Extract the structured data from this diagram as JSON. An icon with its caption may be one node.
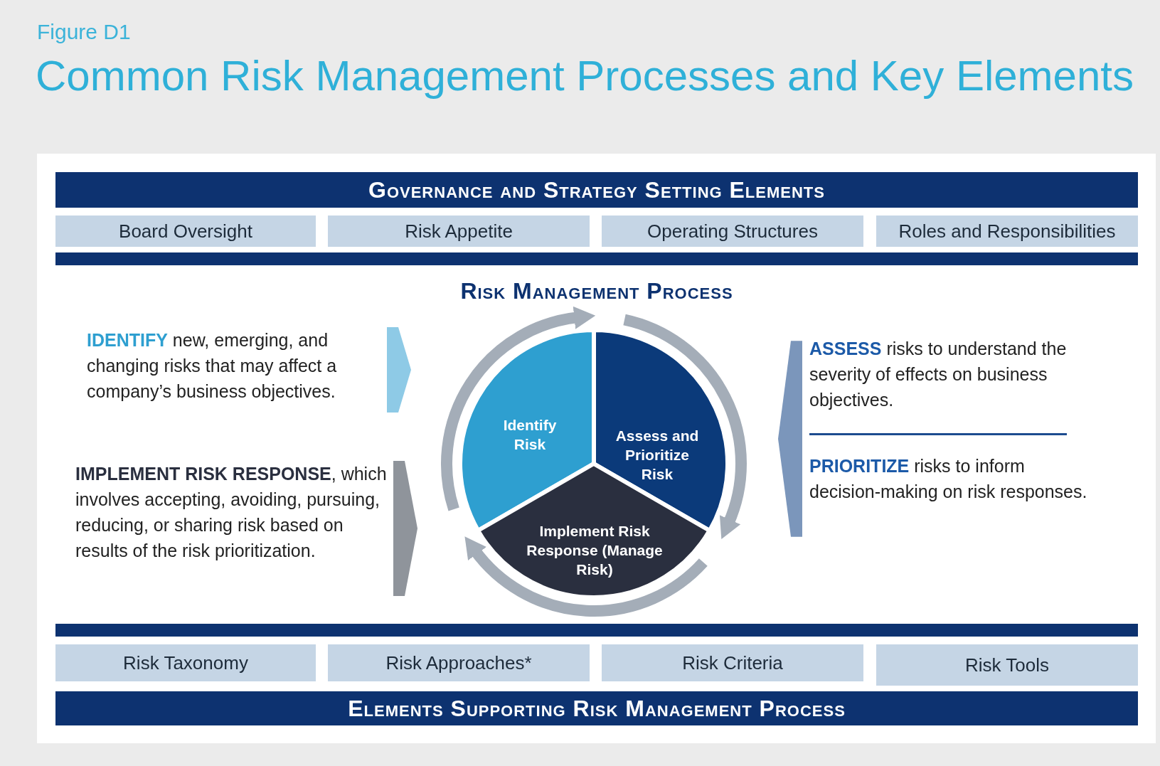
{
  "diagram": {
    "title": "Common Risk Management Processes and Key Elements",
    "nodes": [
      {
        "text": [
          "Governance and Strategy Setting Elements"
        ]
      },
      {
        "text": [
          "Board Oversight"
        ]
      },
      {
        "text": [
          "Risk Appetite"
        ]
      },
      {
        "text": [
          "Operating Structures"
        ]
      },
      {
        "text": [
          "Roles and Responsibilities"
        ]
      },
      {
        "text": [
          "Risk Management Process"
        ]
      },
      {
        "text": [
          "Identify Risk"
        ],
        "in": 5
      },
      {
        "text": [
          "Assess and Prioritize Risk"
        ],
        "in": 5
      },
      {
        "text": [
          "Implement Risk Response (Manage Risk)"
        ],
        "in": 5
      },
      {
        "text": [
          "**IDENTIFY** new, emerging, and changing risks that may affect a company’s business objectives."
        ],
        "in": 5
      },
      {
        "text": [
          "**ASSESS** risks to understand the severity of effects on business objectives.",
          "**PRIORITIZE** risks to inform decision-making on risk responses."
        ],
        "in": 5
      },
      {
        "text": [
          "**IMPLEMENT RISK RESPONSE**, which involves accepting, avoiding, pursuing, reducing, or sharing risk based on results of the risk prioritization."
        ],
        "in": 5
      },
      {
        "text": [
          "Risk Taxonomy"
        ]
      },
      {
        "text": [
          "Risk Approaches*"
        ]
      },
      {
        "text": [
          "Risk Criteria"
        ]
      },
      {
        "text": [
          "Risk Tools"
        ]
      },
      {
        "text": [
          "Elements Supporting Risk Management Process"
        ]
      }
    ],
    "edges": [
      {
        "from": 6,
        "to": 7,
        "arrow": "to"
      },
      {
        "from": 7,
        "to": 8,
        "arrow": "to"
      },
      {
        "from": 8,
        "to": 6,
        "arrow": "to"
      },
      {
        "from": 9,
        "to": 6,
        "arrow": "to",
        "color": "#8ecae6"
      },
      {
        "from": 10,
        "to": 7,
        "arrow": "to",
        "color": "#7b96bb"
      },
      {
        "from": 11,
        "to": 8,
        "arrow": "to",
        "color": "#8f949b"
      }
    ],
    "labels": [
      "Figure D1"
    ]
  }
}
